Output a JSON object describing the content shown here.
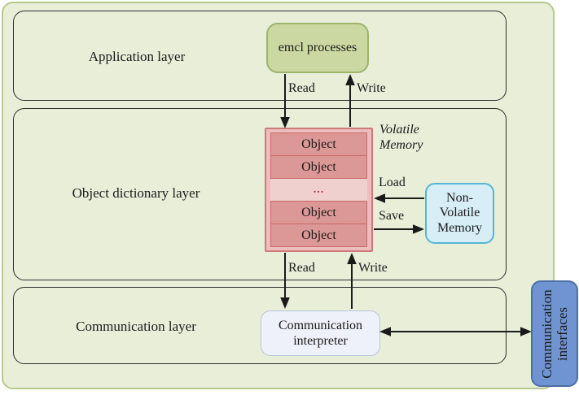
{
  "diagram": {
    "layers": [
      {
        "label": "Application layer"
      },
      {
        "label": "Object dictionary layer"
      },
      {
        "label": "Communication layer"
      }
    ],
    "application": {
      "emcl_box_label": "emcl processes"
    },
    "object_dictionary": {
      "stack_rows": [
        "Object",
        "Object",
        "...",
        "Object",
        "Object"
      ],
      "volatile_annotation": "Volatile Memory",
      "nvm_box_label": "Non-Volatile Memory"
    },
    "communication": {
      "interpreter_box_label": "Communication interpreter",
      "interfaces_box_label": "Communication interfaces"
    },
    "arrow_labels": {
      "read_top": "Read",
      "write_top": "Write",
      "load": "Load",
      "save": "Save",
      "read_bottom": "Read",
      "write_bottom": "Write"
    },
    "colors": {
      "container_fill": "#e9eed9",
      "container_border": "#b5c98c",
      "emcl_fill": "#cbd8a2",
      "emcl_border": "#9db46b",
      "stack_fill": "#eebdbd",
      "stack_border": "#c97c7a",
      "object_row_fill": "#dc9896",
      "object_row_border": "#c96a68",
      "dots_row_fill": "#f0cfcf",
      "nvm_fill": "#d7eef7",
      "nvm_border": "#55b5d6",
      "interpreter_fill": "#eef1fa",
      "interpreter_border": "#b9c6da",
      "interfaces_fill": "#7093d2",
      "interfaces_border": "#4c6fa5",
      "arrow_color": "#1a1a1a"
    }
  }
}
